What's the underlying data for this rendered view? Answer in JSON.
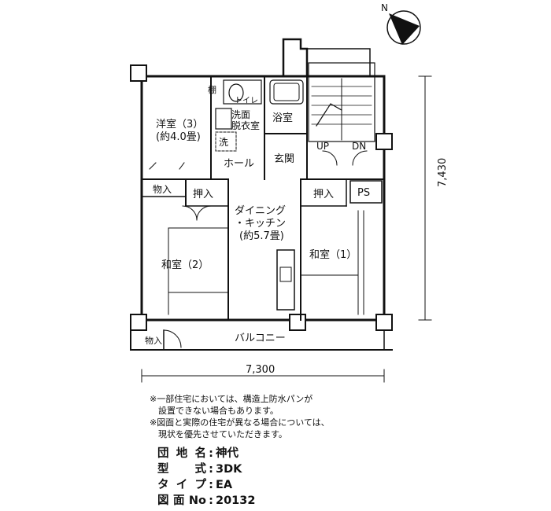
{
  "compass": {
    "label": "N"
  },
  "rooms": {
    "western": "洋室（3）",
    "western_size": "(約4.0畳)",
    "shelf": "棚",
    "toilet": "トイレ",
    "washroom_1": "洗面",
    "washroom_2": "脱衣室",
    "washer": "洗",
    "bath": "浴室",
    "hall": "ホール",
    "entrance": "玄関",
    "storage": "物入",
    "closet_left": "押入",
    "closet_right": "押入",
    "ps": "PS",
    "dk_1": "ダイニング",
    "dk_2": "・キッチン",
    "dk_size": "(約5.7畳)",
    "japanese_2": "和室（2）",
    "japanese_1": "和室（1）",
    "balcony": "バルコニー",
    "balcony_storage": "物入",
    "stair_up": "UP",
    "stair_down": "DN"
  },
  "dimensions": {
    "width": "7,300",
    "depth": "7,430"
  },
  "notes": [
    "※一部住宅においては、構造上防水パンが",
    "　設置できない場合もあります。",
    "※図面と実際の住宅が異なる場合については、",
    "　現状を優先させていただきます。"
  ],
  "specs": [
    {
      "label": "団地名",
      "value": "神代"
    },
    {
      "label": "型式",
      "value": "3DK"
    },
    {
      "label": "タイプ",
      "value": "EA"
    },
    {
      "label": "図面No",
      "value": "20132"
    }
  ]
}
